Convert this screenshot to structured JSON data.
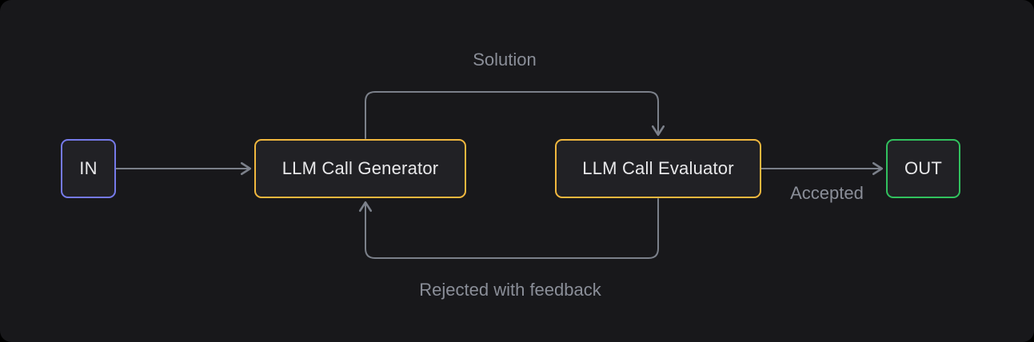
{
  "canvas": {
    "background": "#000000",
    "card_background": "#18181b"
  },
  "nodes": [
    {
      "id": "in",
      "label": "IN",
      "border_color": "#757ae9",
      "fill": "#212125"
    },
    {
      "id": "generator",
      "label": "LLM Call Generator",
      "border_color": "#f0b73e",
      "fill": "#212125"
    },
    {
      "id": "evaluator",
      "label": "LLM Call Evaluator",
      "border_color": "#f0b73e",
      "fill": "#212125"
    },
    {
      "id": "out",
      "label": "OUT",
      "border_color": "#31c15e",
      "fill": "#212125"
    }
  ],
  "edges": [
    {
      "from": "in",
      "to": "generator",
      "label": ""
    },
    {
      "from": "generator",
      "to": "evaluator",
      "label": "Solution"
    },
    {
      "from": "evaluator",
      "to": "generator",
      "label": "Rejected with feedback"
    },
    {
      "from": "evaluator",
      "to": "out",
      "label": "Accepted"
    }
  ],
  "colors": {
    "arrow": "#7b808a",
    "edge_label_text": "#8a8e98",
    "node_text": "#e8e8ea"
  }
}
